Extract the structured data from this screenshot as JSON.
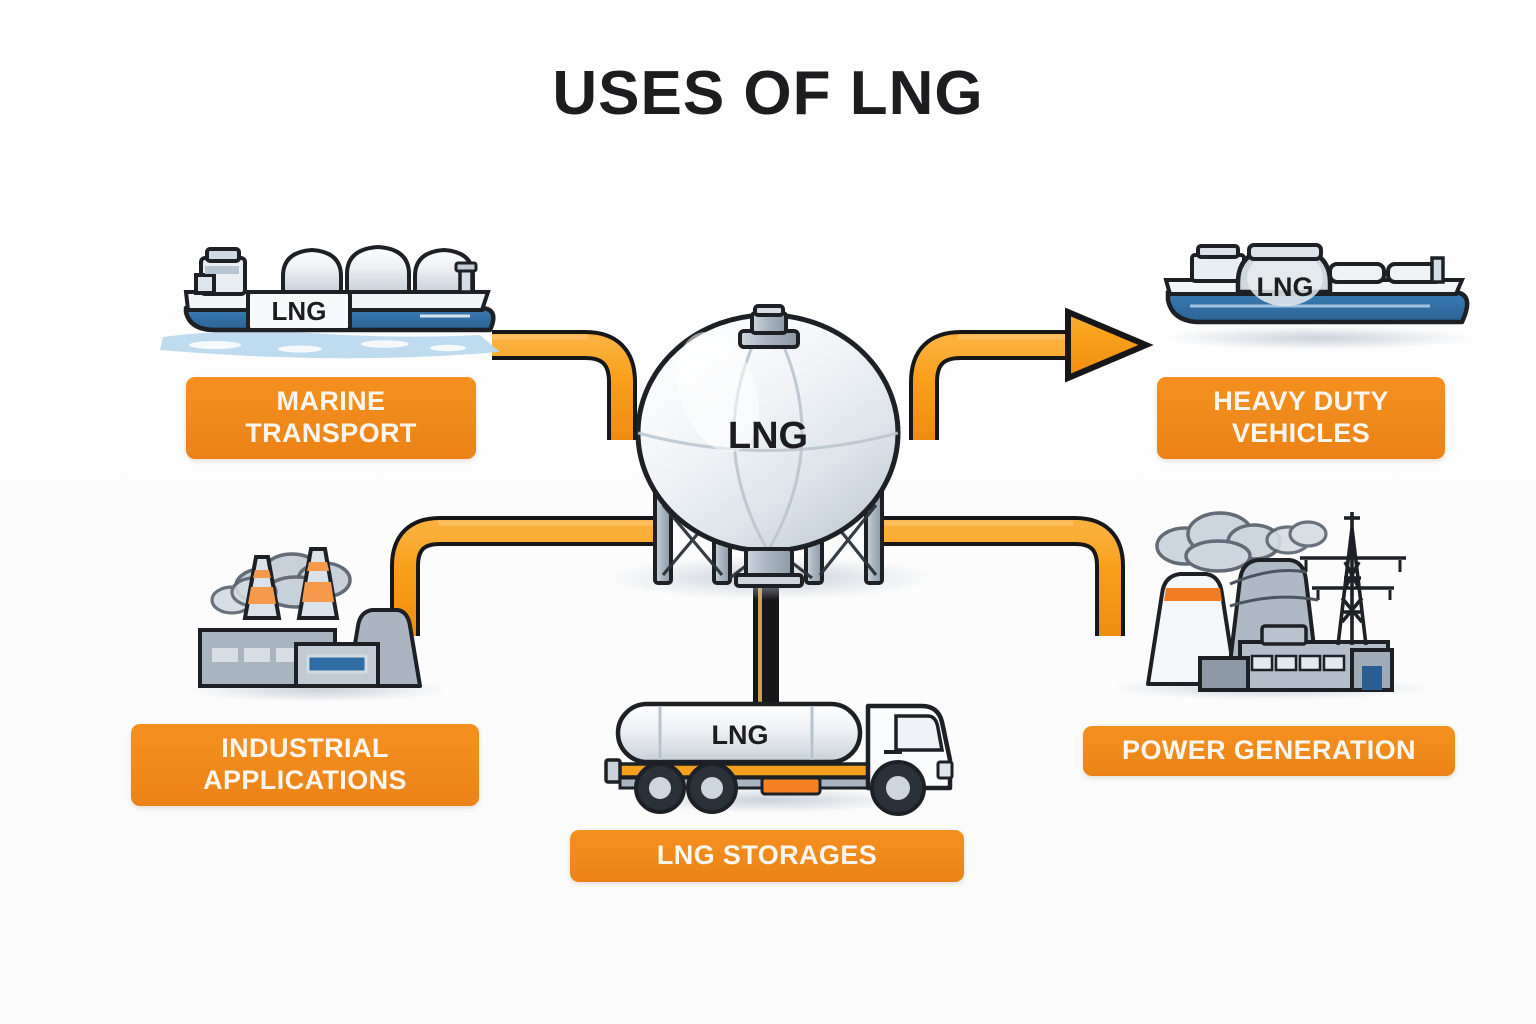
{
  "title": "USES OF LNG",
  "central_hub": {
    "name": "LNG storage sphere",
    "tank_label": "LNG"
  },
  "colors": {
    "label_orange": "#F0881C",
    "pipe_orange": "#F9A01B",
    "pipe_outline": "#17171a",
    "title_color": "#1d1d1f",
    "ship_hull_blue": "#2f6ea5",
    "water_blue": "#bcd9ef",
    "metal_gray": "#9aa7b4",
    "label_text": "#fdf6ef"
  },
  "nodes": [
    {
      "id": "marine-transport",
      "label": "MARINE TRANSPORT",
      "label_lines": [
        "MARINE",
        "TRANSPORT"
      ],
      "icon": "lng-carrier-ship",
      "icon_text": "LNG",
      "position": "top-left"
    },
    {
      "id": "heavy-duty-vehicles",
      "label": "HEAVY DUTY VEHICLES",
      "label_lines": [
        "HEAVY DUTY",
        "VEHICLES"
      ],
      "icon": "lng-carrier-ship-dome",
      "icon_text": "LNG",
      "position": "top-right"
    },
    {
      "id": "industrial-applications",
      "label": "INDUSTRIAL APPLICATIONS",
      "label_lines": [
        "INDUSTRIAL",
        "APPLICATIONS"
      ],
      "icon": "factory",
      "icon_text": "",
      "position": "bottom-left"
    },
    {
      "id": "power-generation",
      "label": "POWER GENERATION",
      "label_lines": [
        "POWER GENERATION"
      ],
      "icon": "power-plant",
      "icon_text": "",
      "position": "bottom-right"
    },
    {
      "id": "lng-storages",
      "label": "LNG STORAGES",
      "label_lines": [
        "LNG STORAGES"
      ],
      "icon": "lng-tanker-truck",
      "icon_text": "LNG",
      "position": "bottom-center"
    }
  ],
  "connectors": [
    {
      "from": "lng-sphere",
      "to": "marine-transport",
      "style": "orange-pipe",
      "arrowhead": false
    },
    {
      "from": "lng-sphere",
      "to": "heavy-duty-vehicles",
      "style": "orange-pipe",
      "arrowhead": true
    },
    {
      "from": "lng-sphere",
      "to": "industrial-applications",
      "style": "orange-pipe",
      "arrowhead": false
    },
    {
      "from": "lng-sphere",
      "to": "power-generation",
      "style": "orange-pipe",
      "arrowhead": false
    },
    {
      "from": "lng-sphere",
      "to": "lng-storages",
      "style": "orange-pipe",
      "arrowhead": false
    }
  ]
}
